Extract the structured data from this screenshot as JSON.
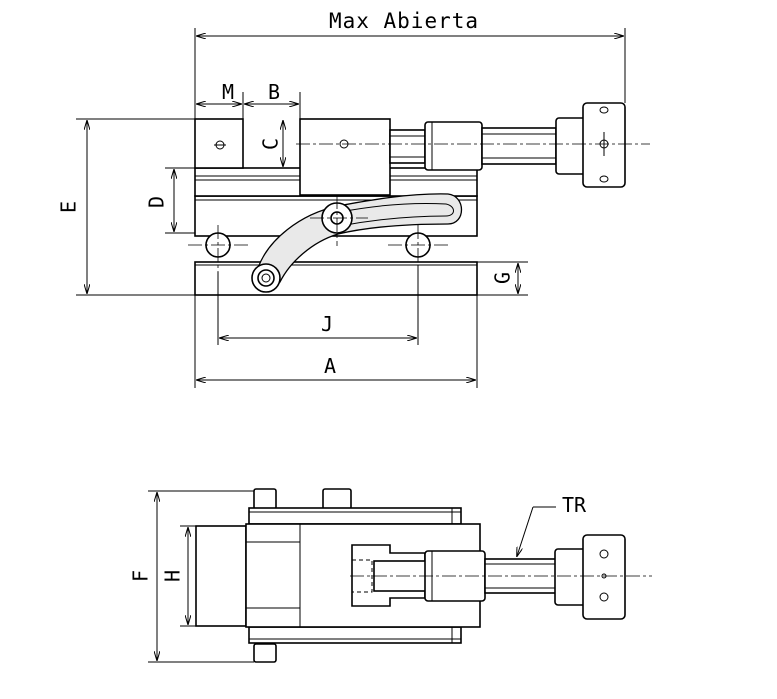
{
  "labels": {
    "max_opening": "Max Abierta",
    "M": "M",
    "B": "B",
    "C": "C",
    "D": "D",
    "E": "E",
    "G": "G",
    "J": "J",
    "A": "A",
    "F": "F",
    "H": "H",
    "TR": "TR"
  }
}
